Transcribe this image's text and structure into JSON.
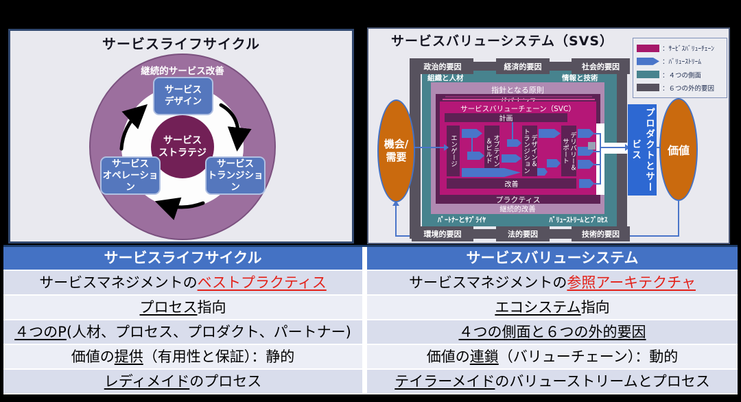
{
  "left_panel": {
    "title": "サービスライフサイクル",
    "ring_label": "継続的サービス改善",
    "core": "サービス\nストラテジ",
    "box_design": "サービス\nデザイン",
    "box_transition": "サービス\nトランジション",
    "box_operation": "サービス\nオペレーション"
  },
  "right_panel": {
    "title": "サービスバリューシステム（SVS）",
    "legend": [
      {
        "swatch": "magenta-rect",
        "label": "：ｻｰﾋﾞｽﾊﾞﾘｭｰﾁｪｰﾝ"
      },
      {
        "swatch": "blue-arrow",
        "label": "：ﾊﾞﾘｭｰｽﾄﾘｰﾑ"
      },
      {
        "swatch": "teal-rect",
        "label": "：４つの側面"
      },
      {
        "swatch": "gray-rect",
        "label": "：６つの外的要因"
      }
    ],
    "factors_top": [
      "政治的要因",
      "経済的要因",
      "社会的要因"
    ],
    "factors_bottom": [
      "環境的要因",
      "法的要因",
      "技術的要因"
    ],
    "dimensions": {
      "top_left": "組織と人材",
      "top_right": "情報と技術",
      "bottom_left": "ﾊﾟｰﾄﾅｰとｻﾌﾟﾗｲﾔ",
      "bottom_right": "ﾊﾞﾘｭｰｽﾄﾘｰﾑとﾌﾟﾛｾｽ"
    },
    "guiding_principles": "指針となる原則",
    "governance": "ガバナンス",
    "svc_title": "サービスバリューチェーン（SVC）",
    "plan": "計画",
    "improve": "改善",
    "practices": "プラクティス",
    "continual_improvement": "継続的改善",
    "activities": {
      "engage": "エンゲージ",
      "obtain_build": "オブテイン\n＆ビルド",
      "design_transition": "デザイン＆\nトランジション",
      "deliver_support": "デリバリー＆\nサポート"
    },
    "opportunity": "機会/\n需要",
    "products_services": "プロダクトとサービス",
    "value": "価値"
  },
  "table": {
    "header_left": "サービスライフサイクル",
    "header_right": "サービスバリューシステム",
    "rows": [
      {
        "left": [
          {
            "t": "サービスマネジメントの"
          },
          {
            "t": "ベストプラクティス",
            "u": 1,
            "r": 1
          }
        ],
        "right": [
          {
            "t": "サービスマネジメントの"
          },
          {
            "t": "参照アーキテクチャ",
            "u": 1,
            "r": 1
          }
        ]
      },
      {
        "left": [
          {
            "t": "プロセス",
            "u": 1
          },
          {
            "t": "指向"
          }
        ],
        "right": [
          {
            "t": "エコシステム",
            "u": 1
          },
          {
            "t": "指向"
          }
        ]
      },
      {
        "left": [
          {
            "t": "４つのP",
            "u": 1
          },
          {
            "t": "(人材、プロセス、プロダクト、パートナー)"
          }
        ],
        "right": [
          {
            "t": "４つの側面と６つの外的要因",
            "u": 1
          }
        ]
      },
      {
        "left": [
          {
            "t": "価値の"
          },
          {
            "t": "提供",
            "u": 1
          },
          {
            "t": "（有用性と保証）：静的"
          }
        ],
        "right": [
          {
            "t": "価値の"
          },
          {
            "t": "連鎖",
            "u": 1
          },
          {
            "t": "（バリューチェーン）：動的"
          }
        ]
      },
      {
        "left": [
          {
            "t": "レディメイド",
            "u": 1
          },
          {
            "t": "のプロセス"
          }
        ],
        "right": [
          {
            "t": "テイラーメイド",
            "u": 1
          },
          {
            "t": "のバリューストリームとプロセス"
          }
        ]
      }
    ]
  },
  "colors": {
    "table_header_blue": "#4472C4",
    "red_highlight": "#E32119",
    "svc_magenta": "#B51777",
    "legend_chain_magenta": "#A6196A",
    "value_stream_blue": "#4A75C9",
    "dimension_teal": "#47838E",
    "external_factor_gray": "#57525E",
    "plum_band": "#5D2154",
    "mauve_band": "#B08AB2",
    "ring_purple": "#9C6F9E",
    "core_plum": "#722056",
    "lifecycle_box_blue": "#5577BD",
    "orange_oval": "#CA6A0E",
    "product_box_blue": "#2D68D2",
    "panel_bg": "#E9E9EF"
  }
}
